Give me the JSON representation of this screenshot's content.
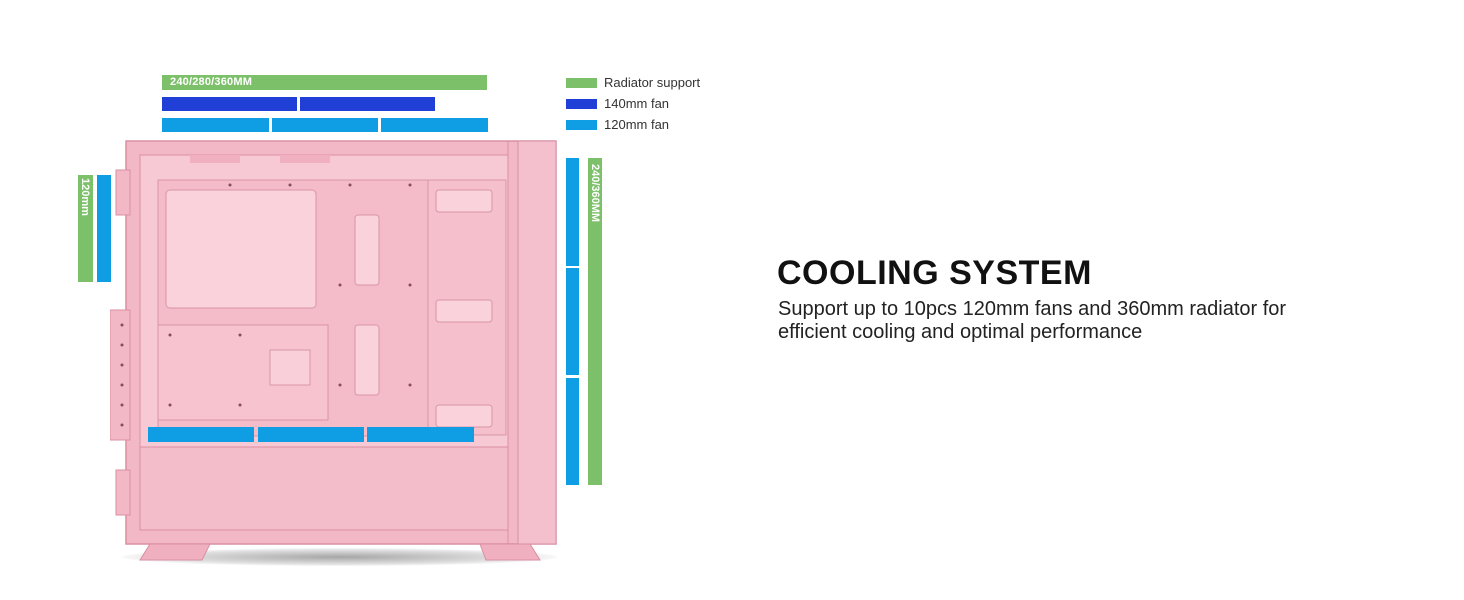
{
  "headline": "COOLING SYSTEM",
  "description": {
    "line1": "Support up to 10pcs 120mm fans and 360mm radiator for",
    "line2": "efficient cooling and optimal performance"
  },
  "legend": [
    {
      "label": "Radiator support",
      "color": "#7cc16a"
    },
    {
      "label": "140mm fan",
      "color": "#1f3fd6"
    },
    {
      "label": "120mm fan",
      "color": "#0f9ee3"
    }
  ],
  "top_bar_label": "240/280/360MM",
  "left_bar_label": "120mm",
  "right_bar_label": "240/360MM",
  "colors": {
    "case_pink": "#f0b3c2",
    "radiator": "#7cc16a",
    "fan_140": "#1f3fd6",
    "fan_120": "#0f9ee3"
  }
}
